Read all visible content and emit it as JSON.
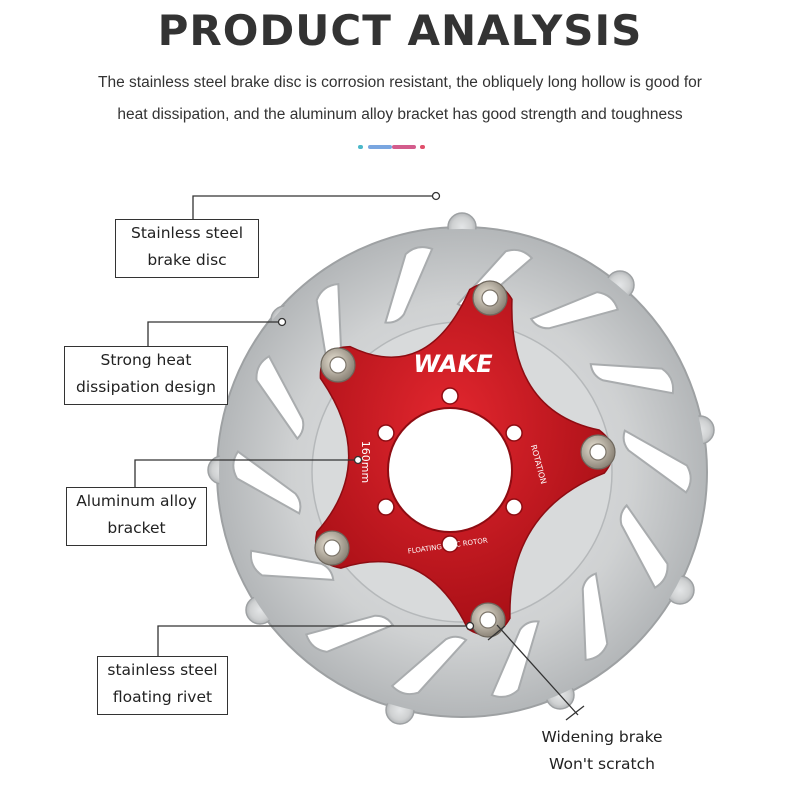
{
  "header": {
    "title": "PRODUCT ANALYSIS",
    "description_line1": "The stainless steel brake disc is corrosion resistant, the obliquely long hollow is good for",
    "description_line2": "heat dissipation, and the aluminum alloy bracket has good strength and toughness"
  },
  "divider": {
    "colors": [
      "#4bb8c9",
      "#7aa6e0",
      "#d35c8c",
      "#e04f6b"
    ]
  },
  "callouts": [
    {
      "line1": "Stainless steel",
      "line2": "brake disc"
    },
    {
      "line1": "Strong heat",
      "line2": "dissipation design"
    },
    {
      "line1": "Aluminum alloy",
      "line2": "bracket"
    },
    {
      "line1": "stainless steel",
      "line2": "floating rivet"
    },
    {
      "line1": "Widening brake",
      "line2": "Won't scratch"
    }
  ],
  "rotor": {
    "brand": "WAKE",
    "size_text": "160mm",
    "rotation_text": "ROTATION",
    "product_text": "FLOATING DISC ROTOR",
    "bracket_color": "#c8181f",
    "steel_color": "#c9cbcc"
  }
}
